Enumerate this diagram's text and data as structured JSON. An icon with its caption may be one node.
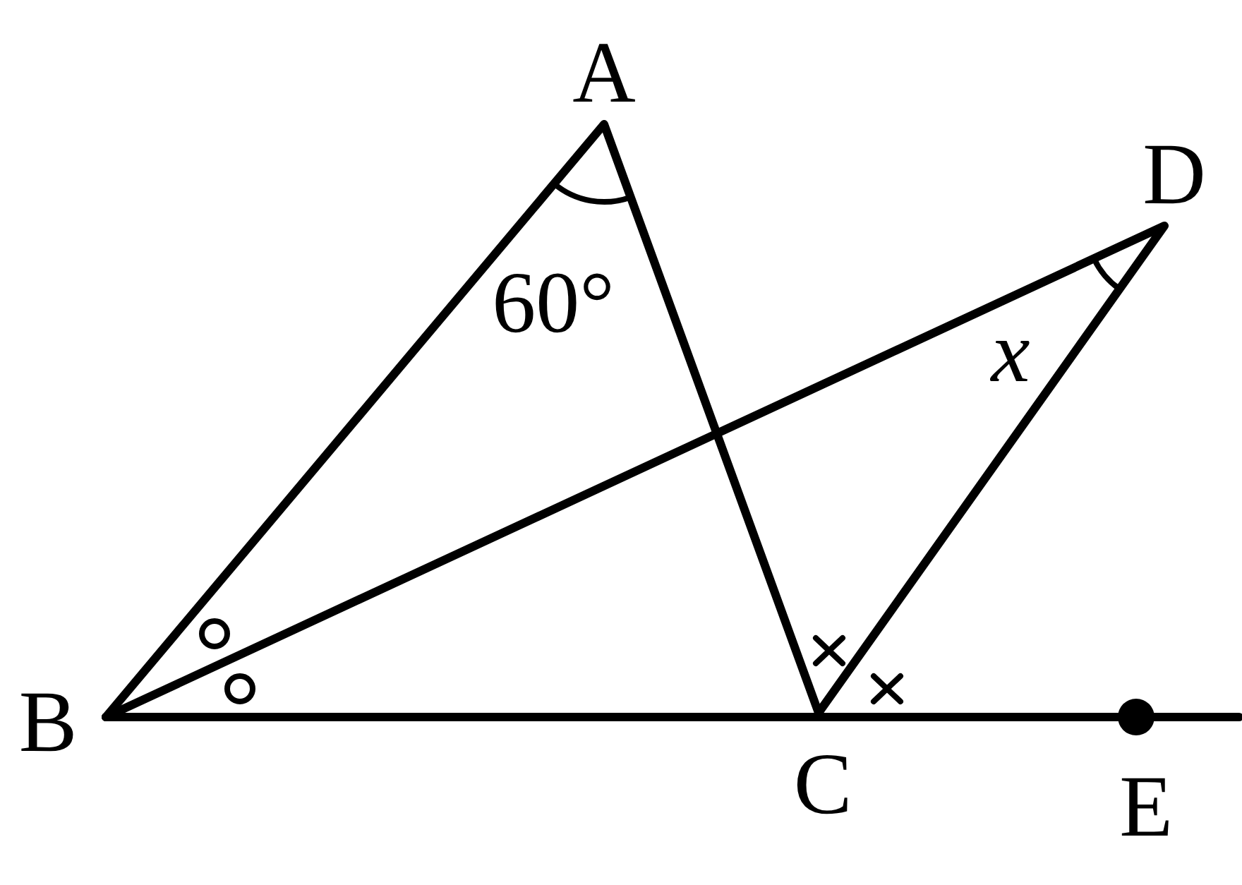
{
  "diagram": {
    "labels": [
      "A",
      "D",
      "60°",
      "x",
      "B",
      "C",
      "E"
    ]
  }
}
